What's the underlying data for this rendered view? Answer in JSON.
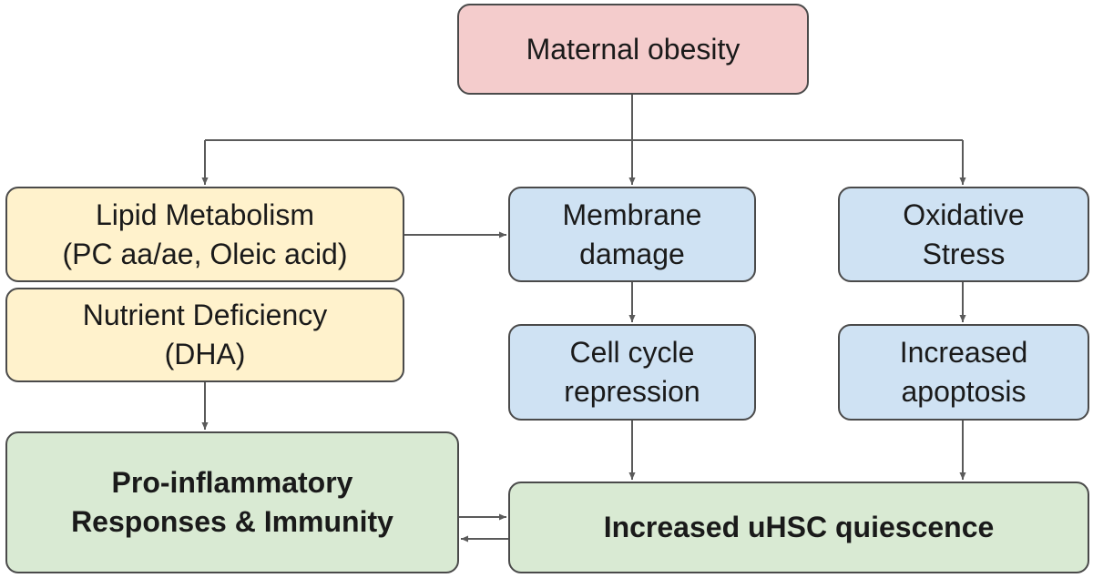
{
  "nodes": {
    "maternal_obesity": {
      "lines": [
        "Maternal obesity"
      ],
      "color": "#f4cccc"
    },
    "lipid_metabolism": {
      "lines": [
        "Lipid Metabolism",
        "(PC aa/ae, Oleic acid)"
      ],
      "color": "#fff2cc"
    },
    "nutrient_deficiency": {
      "lines": [
        "Nutrient Deficiency",
        "(DHA)"
      ],
      "color": "#fff2cc"
    },
    "membrane_damage": {
      "lines": [
        "Membrane",
        "damage"
      ],
      "color": "#cfe2f3"
    },
    "oxidative_stress": {
      "lines": [
        "Oxidative",
        "Stress"
      ],
      "color": "#cfe2f3"
    },
    "cell_cycle_repression": {
      "lines": [
        "Cell cycle",
        "repression"
      ],
      "color": "#cfe2f3"
    },
    "increased_apoptosis": {
      "lines": [
        "Increased",
        "apoptosis"
      ],
      "color": "#cfe2f3"
    },
    "pro_inflammatory": {
      "lines": [
        "Pro-inflammatory",
        "Responses & Immunity"
      ],
      "color": "#d9ead3"
    },
    "uhsc_quiescence": {
      "lines": [
        "Increased uHSC quiescence"
      ],
      "color": "#d9ead3"
    }
  },
  "edges": [
    {
      "from": "maternal_obesity",
      "to": "lipid_metabolism"
    },
    {
      "from": "maternal_obesity",
      "to": "membrane_damage"
    },
    {
      "from": "maternal_obesity",
      "to": "oxidative_stress"
    },
    {
      "from": "lipid_metabolism",
      "to": "membrane_damage"
    },
    {
      "from": "membrane_damage",
      "to": "cell_cycle_repression"
    },
    {
      "from": "oxidative_stress",
      "to": "increased_apoptosis"
    },
    {
      "from": "nutrient_deficiency",
      "to": "pro_inflammatory"
    },
    {
      "from": "cell_cycle_repression",
      "to": "uhsc_quiescence"
    },
    {
      "from": "increased_apoptosis",
      "to": "uhsc_quiescence"
    },
    {
      "from": "pro_inflammatory",
      "to": "uhsc_quiescence"
    },
    {
      "from": "uhsc_quiescence",
      "to": "pro_inflammatory"
    }
  ],
  "colors": {
    "edge": "#5a5a5a",
    "border": "#4a4a4a"
  }
}
